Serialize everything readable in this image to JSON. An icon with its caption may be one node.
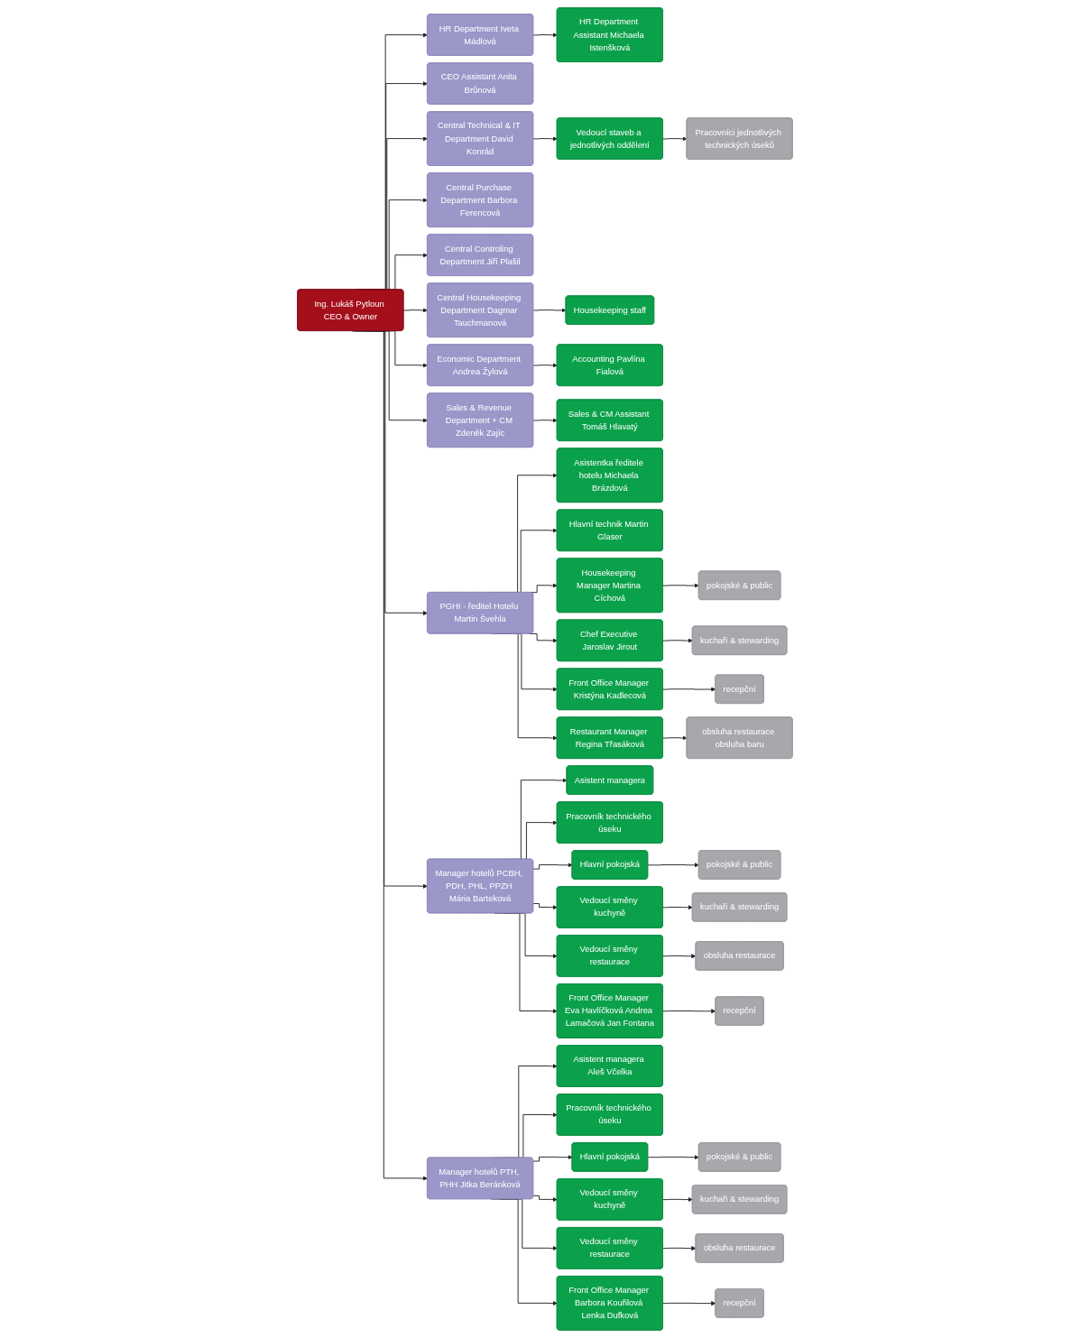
{
  "diagram": {
    "nodes": [
      {
        "text": [
          "Ing. Lukáš Pytloun CEO & Owner"
        ]
      },
      {
        "text": [
          "HR Department Iveta Mádlová"
        ]
      },
      {
        "text": [
          "HR Department Assistant Michaela Istenšková"
        ]
      },
      {
        "text": [
          "CEO Assistant Anita Brůnová"
        ]
      },
      {
        "text": [
          "Central Technical & IT Department David Konrád"
        ]
      },
      {
        "text": [
          "Vedoucí staveb a jednotlivých oddělení"
        ]
      },
      {
        "text": [
          "Pracovníci jednotlivých technických úseků"
        ]
      },
      {
        "text": [
          "Central Purchase Department Barbora Ferencová"
        ]
      },
      {
        "text": [
          "Central Controling Department Jiří Plašil"
        ]
      },
      {
        "text": [
          "Central Housekeeping Department Dagmar Tauchmanová"
        ]
      },
      {
        "text": [
          "Housekeeping staff"
        ]
      },
      {
        "text": [
          "Economic Department Andrea Žylová"
        ]
      },
      {
        "text": [
          "Accounting Pavlína Fialová"
        ]
      },
      {
        "text": [
          "Sales & Revenue Department + CM Zdeněk Zajíc"
        ]
      },
      {
        "text": [
          "Sales & CM Assistant Tomáš Hlavatý"
        ]
      },
      {
        "text": [
          "PGHI - ředitel Hotelu Martin Švehla"
        ]
      },
      {
        "text": [
          "Asistentka ředitele hotelu Michaela Brázdová"
        ]
      },
      {
        "text": [
          "Hlavní technik Martin Glaser"
        ]
      },
      {
        "text": [
          "Housekeeping Manager Martina Cíchová"
        ]
      },
      {
        "text": [
          "pokojské & public"
        ]
      },
      {
        "text": [
          "Chef Executive Jaroslav Jirout"
        ]
      },
      {
        "text": [
          "kuchaři & stewarding"
        ]
      },
      {
        "text": [
          "Front Office Manager Kristýna Kadlecová"
        ]
      },
      {
        "text": [
          "recepční"
        ]
      },
      {
        "text": [
          "Restaurant Manager Regina Třasáková"
        ]
      },
      {
        "text": [
          "obsluha restaurace obsluha baru"
        ]
      },
      {
        "text": [
          "Manager hotelů PCBH, PDH, PHL, PPZH Mária Barteková"
        ]
      },
      {
        "text": [
          "Asistent managera"
        ]
      },
      {
        "text": [
          "Pracovník technického úseku"
        ]
      },
      {
        "text": [
          "Hlavní pokojská"
        ]
      },
      {
        "text": [
          "pokojské & public"
        ]
      },
      {
        "text": [
          "Vedoucí směny kuchyně"
        ]
      },
      {
        "text": [
          "kuchaři & stewarding"
        ]
      },
      {
        "text": [
          "Vedoucí směny restaurace"
        ]
      },
      {
        "text": [
          "obsluha restaurace"
        ]
      },
      {
        "text": [
          "Front Office Manager Eva Havlíčková Andrea Lamačová Jan Fontana"
        ]
      },
      {
        "text": [
          "recepční"
        ]
      },
      {
        "text": [
          "Manager hotelů PTH, PHH Jitka Beránková"
        ]
      },
      {
        "text": [
          "Asistent managera Aleš Včelka"
        ]
      },
      {
        "text": [
          "Pracovník technického úseku"
        ]
      },
      {
        "text": [
          "Hlavní pokojská"
        ]
      },
      {
        "text": [
          "pokojské & public"
        ]
      },
      {
        "text": [
          "Vedoucí směny kuchyně"
        ]
      },
      {
        "text": [
          "kuchaři & stewarding"
        ]
      },
      {
        "text": [
          "Vedoucí směny restaurace"
        ]
      },
      {
        "text": [
          "obsluha restaurace"
        ]
      },
      {
        "text": [
          "Front Office Manager Barbora Kouřilová Lenka Dufková"
        ]
      },
      {
        "text": [
          "recepční"
        ]
      }
    ],
    "edges": [
      {
        "from": 0,
        "to": 1,
        "arrow": "to"
      },
      {
        "from": 0,
        "to": 3,
        "arrow": "to"
      },
      {
        "from": 1,
        "to": 2,
        "arrow": "to"
      },
      {
        "from": 0,
        "to": 4,
        "arrow": "to"
      },
      {
        "from": 0,
        "to": 7,
        "arrow": "to"
      },
      {
        "from": 0,
        "to": 8,
        "arrow": "to"
      },
      {
        "from": 0,
        "to": 9,
        "arrow": "to"
      },
      {
        "from": 0,
        "to": 11,
        "arrow": "to"
      },
      {
        "from": 0,
        "to": 13,
        "arrow": "to"
      },
      {
        "from": 4,
        "to": 5,
        "arrow": "to"
      },
      {
        "from": 5,
        "to": 6,
        "arrow": "to"
      },
      {
        "from": 9,
        "to": 10,
        "arrow": "to"
      },
      {
        "from": 11,
        "to": 12,
        "arrow": "to"
      },
      {
        "from": 13,
        "to": 14,
        "arrow": "to"
      },
      {
        "from": 0,
        "to": 15,
        "arrow": "to"
      },
      {
        "from": 15,
        "to": 16,
        "arrow": "to"
      },
      {
        "from": 15,
        "to": 17,
        "arrow": "to"
      },
      {
        "from": 15,
        "to": 18,
        "arrow": "to"
      },
      {
        "from": 15,
        "to": 20,
        "arrow": "to"
      },
      {
        "from": 15,
        "to": 22,
        "arrow": "to"
      },
      {
        "from": 15,
        "to": 24,
        "arrow": "to"
      },
      {
        "from": 18,
        "to": 19,
        "arrow": "to"
      },
      {
        "from": 20,
        "to": 21,
        "arrow": "to"
      },
      {
        "from": 22,
        "to": 23,
        "arrow": "to"
      },
      {
        "from": 24,
        "to": 25,
        "arrow": "to"
      },
      {
        "from": 0,
        "to": 26,
        "arrow": "to"
      },
      {
        "from": 26,
        "to": 27,
        "arrow": "to"
      },
      {
        "from": 26,
        "to": 28,
        "arrow": "to"
      },
      {
        "from": 26,
        "to": 29,
        "arrow": "to"
      },
      {
        "from": 26,
        "to": 31,
        "arrow": "to"
      },
      {
        "from": 26,
        "to": 33,
        "arrow": "to"
      },
      {
        "from": 26,
        "to": 35,
        "arrow": "to"
      },
      {
        "from": 29,
        "to": 30,
        "arrow": "to"
      },
      {
        "from": 31,
        "to": 32,
        "arrow": "to"
      },
      {
        "from": 33,
        "to": 34,
        "arrow": "to"
      },
      {
        "from": 35,
        "to": 36,
        "arrow": "to"
      },
      {
        "from": 0,
        "to": 37,
        "arrow": "to"
      },
      {
        "from": 37,
        "to": 38,
        "arrow": "to"
      },
      {
        "from": 37,
        "to": 39,
        "arrow": "to"
      },
      {
        "from": 37,
        "to": 40,
        "arrow": "to"
      },
      {
        "from": 37,
        "to": 42,
        "arrow": "to"
      },
      {
        "from": 37,
        "to": 44,
        "arrow": "to"
      },
      {
        "from": 37,
        "to": 46,
        "arrow": "to"
      },
      {
        "from": 40,
        "to": 41,
        "arrow": "to"
      },
      {
        "from": 42,
        "to": 43,
        "arrow": "to"
      },
      {
        "from": 44,
        "to": 45,
        "arrow": "to"
      },
      {
        "from": 46,
        "to": 47,
        "arrow": "to"
      }
    ]
  }
}
